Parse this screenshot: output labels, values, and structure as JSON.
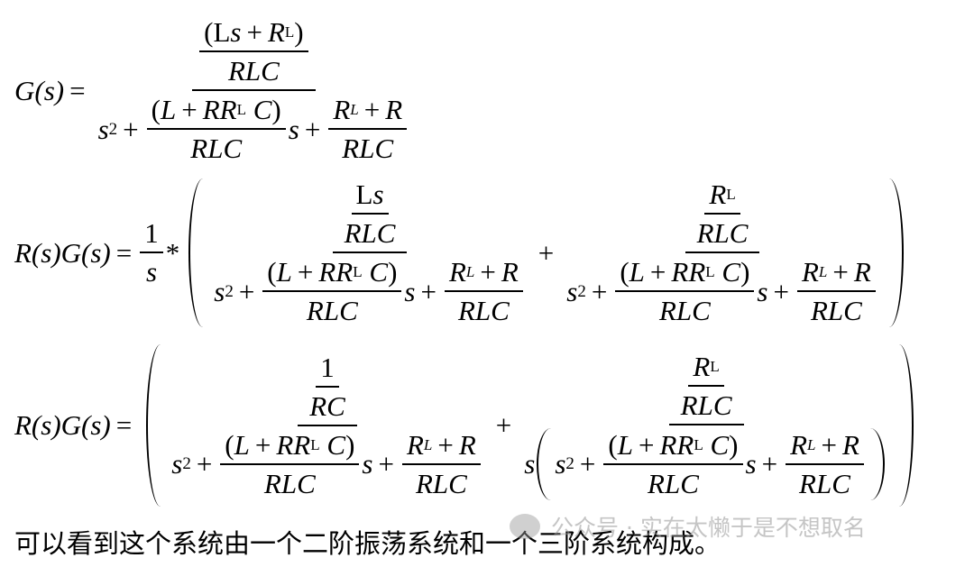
{
  "labels": {
    "G": "G(s)",
    "RG": "R(s)G(s)",
    "eq": "="
  },
  "t": {
    "s": "s",
    "two": "2",
    "plus": "+",
    "L": "L",
    "Lu": "L",
    "R": "R",
    "C": "C",
    "RR": "RR",
    "sub": "L",
    "RLC": "RLC",
    "RC": "RC",
    "one": "1",
    "star": "*",
    "lp": "(",
    "rp": ")"
  },
  "caption": "可以看到这个系统由一个二阶振荡系统和一个三阶系统构成。",
  "watermark": "公众号 · 实在太懒于是不想取名"
}
